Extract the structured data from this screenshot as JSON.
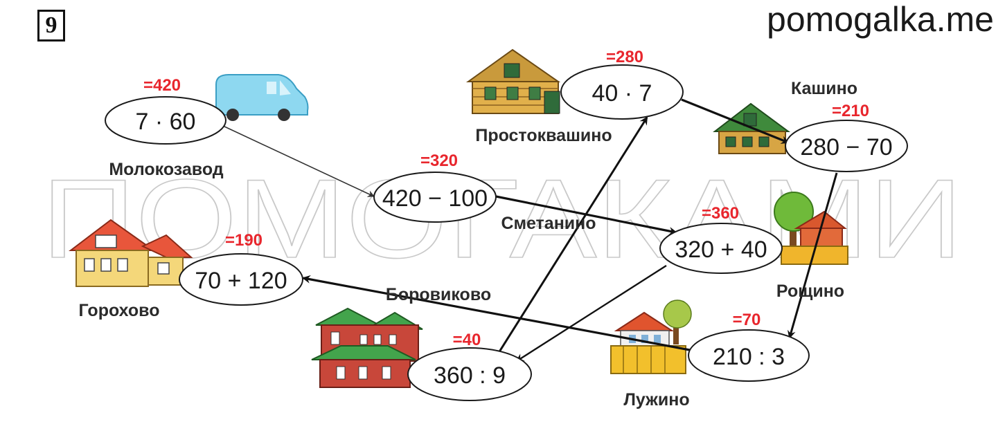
{
  "exercise_number": "9",
  "site_watermark": "pomogalka.me",
  "big_watermark": "ПОМОГАКАМИ",
  "nodes": [
    {
      "place": "Молокозавод",
      "expression": "7 · 60",
      "result": "=420"
    },
    {
      "place": "Простоквашино",
      "expression": "40 · 7",
      "result": "=280"
    },
    {
      "place": "Кашино",
      "expression": "280 − 70",
      "result": "=210"
    },
    {
      "place": "Сметанино",
      "expression": "420 − 100",
      "result": "=320"
    },
    {
      "place": "Рощино",
      "expression": "320 + 40",
      "result": "=360"
    },
    {
      "place": "Горохово",
      "expression": "70 + 120",
      "result": "=190"
    },
    {
      "place": "Боровиково",
      "expression": "360 : 9",
      "result": "=40"
    },
    {
      "place": "Лужино",
      "expression": "210 : 3",
      "result": "=70"
    }
  ],
  "icons": {
    "van": "delivery-van",
    "houses": [
      "log-house",
      "wooden-house-kashino",
      "red-roof-house",
      "tall-brick-house",
      "fenced-house",
      "tree-house"
    ]
  }
}
